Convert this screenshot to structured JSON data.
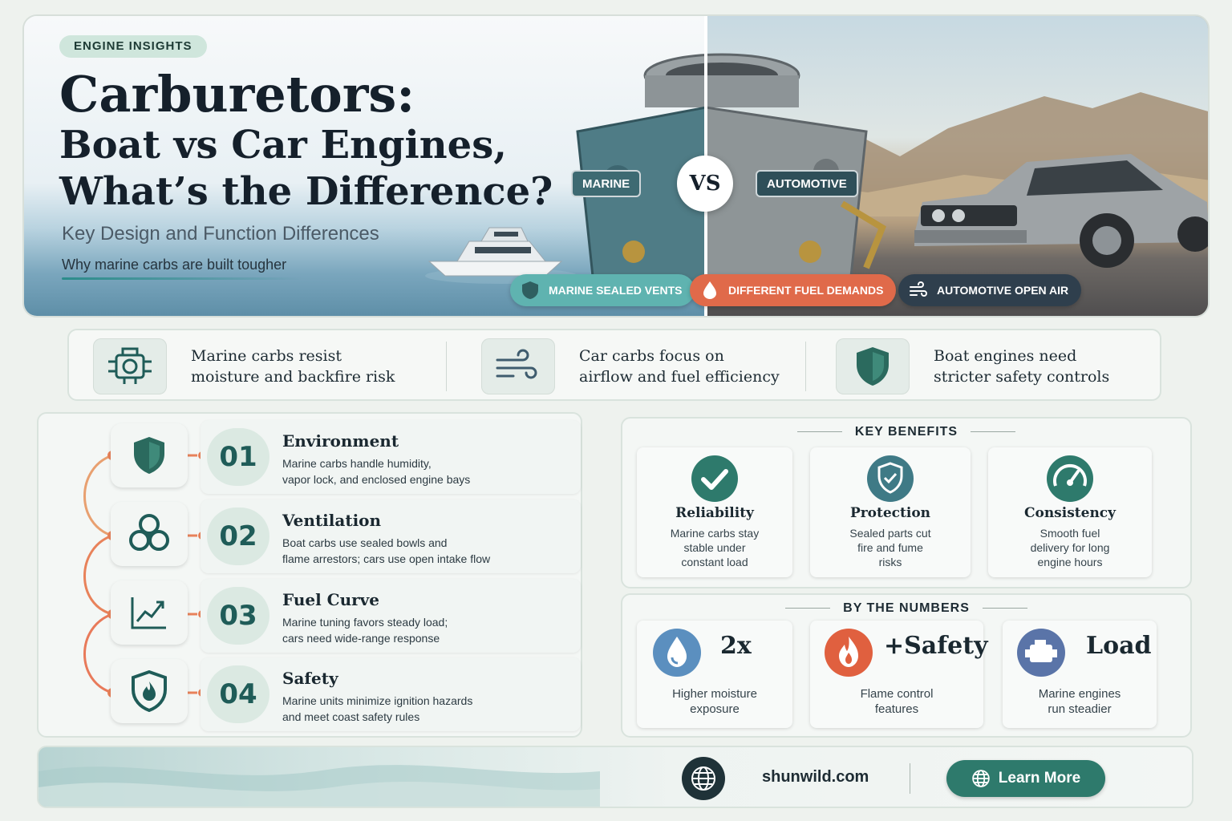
{
  "hero": {
    "tag": "ENGINE INSIGHTS",
    "title_line1": "Carburetors:",
    "title_line2": "Boat vs Car Engines,",
    "title_line3": "What’s the Difference?",
    "subtitle": "Key Design and Function Differences",
    "tagline": "Why marine carbs are built tougher",
    "marine_label": "MARINE",
    "automotive_label": "AUTOMOTIVE",
    "vs": "VS",
    "pills": [
      {
        "label": "MARINE SEALED VENTS",
        "color": "#5fb3b0",
        "icon": "shield-icon"
      },
      {
        "label": "DIFFERENT FUEL DEMANDS",
        "color": "#e06a4a",
        "icon": "fuel-drop-icon"
      },
      {
        "label": "AUTOMOTIVE OPEN AIR",
        "color": "#2f3f4d",
        "icon": "wind-icon"
      }
    ]
  },
  "summary": [
    {
      "line1": "Marine carbs resist",
      "line2": "moisture and backfire risk",
      "icon": "engine-icon"
    },
    {
      "line1": "Car carbs focus on",
      "line2": "airflow and fuel efficiency",
      "icon": "wind-icon"
    },
    {
      "line1": "Boat engines need",
      "line2": "stricter safety controls",
      "icon": "shield-icon"
    }
  ],
  "steps": [
    {
      "num": "01",
      "title": "Environment",
      "desc1": "Marine carbs handle humidity,",
      "desc2": "vapor lock, and enclosed engine bays",
      "icon": "shield-icon"
    },
    {
      "num": "02",
      "title": "Ventilation",
      "desc1": "Boat carbs use sealed bowls and",
      "desc2": "flame arrestors; cars use open intake flow",
      "icon": "fan-icon"
    },
    {
      "num": "03",
      "title": "Fuel Curve",
      "desc1": "Marine tuning favors steady load;",
      "desc2": "cars need wide-range response",
      "icon": "trend-chart-icon"
    },
    {
      "num": "04",
      "title": "Safety",
      "desc1": "Marine units minimize ignition hazards",
      "desc2": "and meet coast safety rules",
      "icon": "fire-shield-icon"
    }
  ],
  "key_benefits": {
    "heading": "KEY BENEFITS",
    "items": [
      {
        "title": "Reliability",
        "d1": "Marine carbs stay",
        "d2": "stable under",
        "d3": "constant load",
        "icon": "check-icon"
      },
      {
        "title": "Protection",
        "d1": "Sealed parts cut",
        "d2": "fire and fume",
        "d3": "risks",
        "icon": "shield-check-icon"
      },
      {
        "title": "Consistency",
        "d1": "Smooth fuel",
        "d2": "delivery for long",
        "d3": "engine hours",
        "icon": "gauge-icon"
      }
    ]
  },
  "numbers": {
    "heading": "BY THE NUMBERS",
    "items": [
      {
        "value": "2x",
        "d1": "Higher moisture",
        "d2": "exposure",
        "icon": "water-drop-icon",
        "color": "#5b8fbf"
      },
      {
        "value": "+Safety",
        "d1": "Flame control",
        "d2": "features",
        "icon": "flame-icon",
        "color": "#e0603f"
      },
      {
        "value": "Load",
        "d1": "Marine engines",
        "d2": "run steadier",
        "icon": "engine-icon",
        "color": "#5a74a8"
      }
    ]
  },
  "footer": {
    "site": "shunwild.com",
    "cta": "Learn More"
  },
  "colors": {
    "accent_teal": "#2e7a6c",
    "dark_teal": "#1f5c58"
  }
}
